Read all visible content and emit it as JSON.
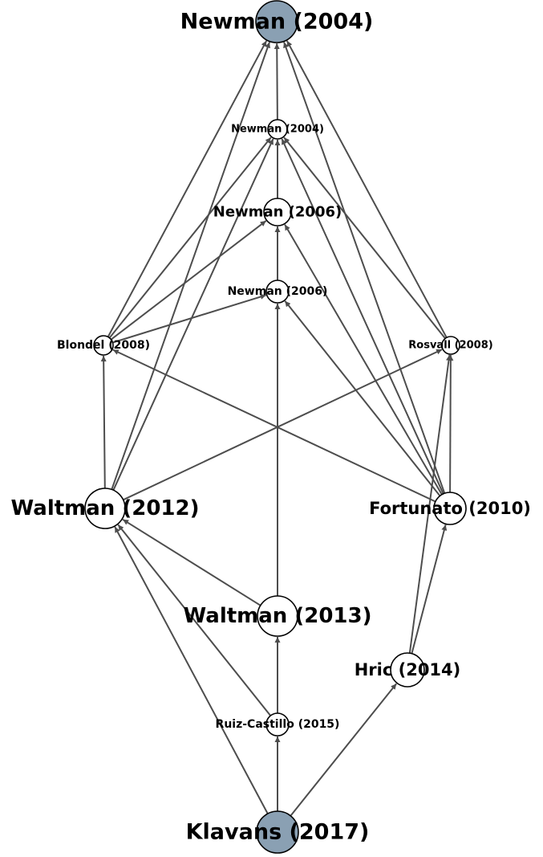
{
  "graph": {
    "colors": {
      "edge": "#4d4d4d",
      "highlight_fill": "#8aa0b3",
      "node_fill": "#ffffff",
      "node_stroke": "#000000",
      "label": "#000000"
    },
    "nodes": [
      {
        "id": "n_newman_2004_top",
        "label": "Newman (2004)",
        "highlight": true
      },
      {
        "id": "n_newman_2004_b",
        "label": "Newman (2004)",
        "highlight": false
      },
      {
        "id": "n_newman_2006_a",
        "label": "Newman (2006)",
        "highlight": false
      },
      {
        "id": "n_newman_2006_b",
        "label": "Newman (2006)",
        "highlight": false
      },
      {
        "id": "n_blondel_2008",
        "label": "Blondel (2008)",
        "highlight": false
      },
      {
        "id": "n_rosvall_2008",
        "label": "Rosvall (2008)",
        "highlight": false
      },
      {
        "id": "n_waltman_2012",
        "label": "Waltman (2012)",
        "highlight": false
      },
      {
        "id": "n_fortunato_2010",
        "label": "Fortunato (2010)",
        "highlight": false
      },
      {
        "id": "n_waltman_2013",
        "label": "Waltman (2013)",
        "highlight": false
      },
      {
        "id": "n_hric_2014",
        "label": "Hric (2014)",
        "highlight": false
      },
      {
        "id": "n_ruiz_castillo_2015",
        "label": "Ruiz-Castillo (2015)",
        "highlight": false
      },
      {
        "id": "n_klavans_2017",
        "label": "Klavans (2017)",
        "highlight": true
      }
    ],
    "edges": [
      {
        "from": "n_newman_2004_b",
        "to": "n_newman_2004_top"
      },
      {
        "from": "n_newman_2006_a",
        "to": "n_newman_2004_b"
      },
      {
        "from": "n_newman_2006_b",
        "to": "n_newman_2006_a"
      },
      {
        "from": "n_blondel_2008",
        "to": "n_newman_2004_top"
      },
      {
        "from": "n_blondel_2008",
        "to": "n_newman_2004_b"
      },
      {
        "from": "n_blondel_2008",
        "to": "n_newman_2006_a"
      },
      {
        "from": "n_blondel_2008",
        "to": "n_newman_2006_b"
      },
      {
        "from": "n_rosvall_2008",
        "to": "n_newman_2004_top"
      },
      {
        "from": "n_rosvall_2008",
        "to": "n_newman_2004_b"
      },
      {
        "from": "n_waltman_2012",
        "to": "n_newman_2004_top"
      },
      {
        "from": "n_waltman_2012",
        "to": "n_newman_2004_b"
      },
      {
        "from": "n_waltman_2012",
        "to": "n_blondel_2008"
      },
      {
        "from": "n_waltman_2012",
        "to": "n_rosvall_2008"
      },
      {
        "from": "n_fortunato_2010",
        "to": "n_newman_2004_top"
      },
      {
        "from": "n_fortunato_2010",
        "to": "n_newman_2004_b"
      },
      {
        "from": "n_fortunato_2010",
        "to": "n_newman_2006_a"
      },
      {
        "from": "n_fortunato_2010",
        "to": "n_newman_2006_b"
      },
      {
        "from": "n_fortunato_2010",
        "to": "n_blondel_2008"
      },
      {
        "from": "n_fortunato_2010",
        "to": "n_rosvall_2008"
      },
      {
        "from": "n_waltman_2013",
        "to": "n_newman_2006_b"
      },
      {
        "from": "n_waltman_2013",
        "to": "n_waltman_2012"
      },
      {
        "from": "n_hric_2014",
        "to": "n_fortunato_2010"
      },
      {
        "from": "n_hric_2014",
        "to": "n_rosvall_2008"
      },
      {
        "from": "n_ruiz_castillo_2015",
        "to": "n_waltman_2013"
      },
      {
        "from": "n_ruiz_castillo_2015",
        "to": "n_waltman_2012"
      },
      {
        "from": "n_klavans_2017",
        "to": "n_ruiz_castillo_2015"
      },
      {
        "from": "n_klavans_2017",
        "to": "n_waltman_2012"
      },
      {
        "from": "n_klavans_2017",
        "to": "n_hric_2014"
      }
    ]
  }
}
